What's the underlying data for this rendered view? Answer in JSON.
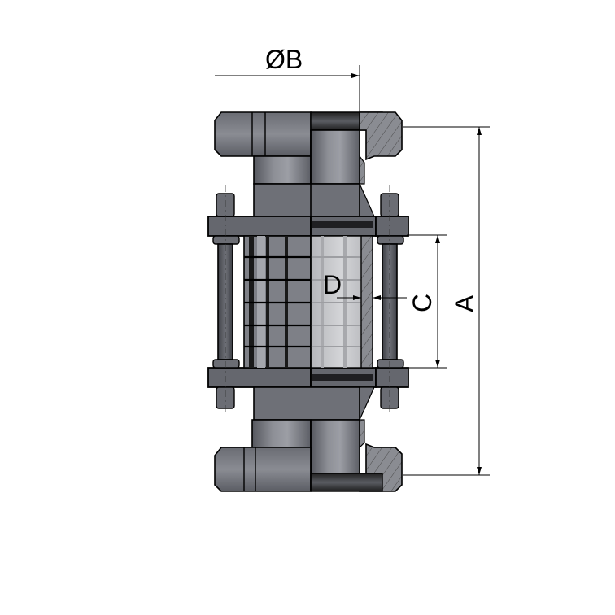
{
  "drawing": {
    "title": "Sight glass with clamp union ends - sectional view",
    "colors": {
      "background": "#ffffff",
      "steel_dark": "#5e6068",
      "steel_mid": "#7b7d85",
      "steel_light": "#9a9ca3",
      "section_fill": "#8a8c92",
      "glass": "#c8c9cc",
      "outline": "#000000",
      "dimension_line": "#000000"
    },
    "dimensions": {
      "B": {
        "label": "ØB",
        "type": "diameter",
        "orientation": "horizontal"
      },
      "A": {
        "label": "A",
        "type": "overall length",
        "orientation": "vertical"
      },
      "C": {
        "label": "C",
        "type": "glass length",
        "orientation": "vertical"
      },
      "D": {
        "label": "D",
        "type": "wall thickness",
        "orientation": "horizontal"
      }
    }
  }
}
